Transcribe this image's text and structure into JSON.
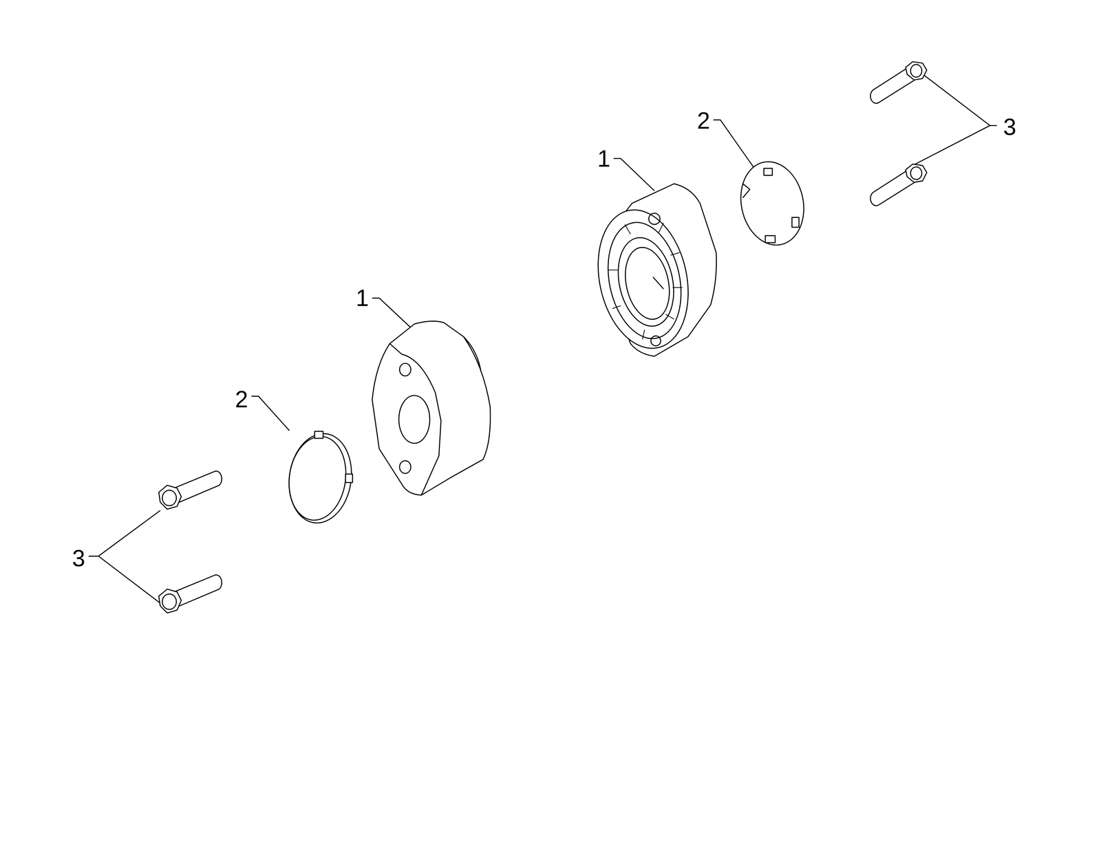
{
  "diagram": {
    "labels": [
      "2",
      "3",
      "1",
      "1",
      "2",
      "3"
    ]
  }
}
